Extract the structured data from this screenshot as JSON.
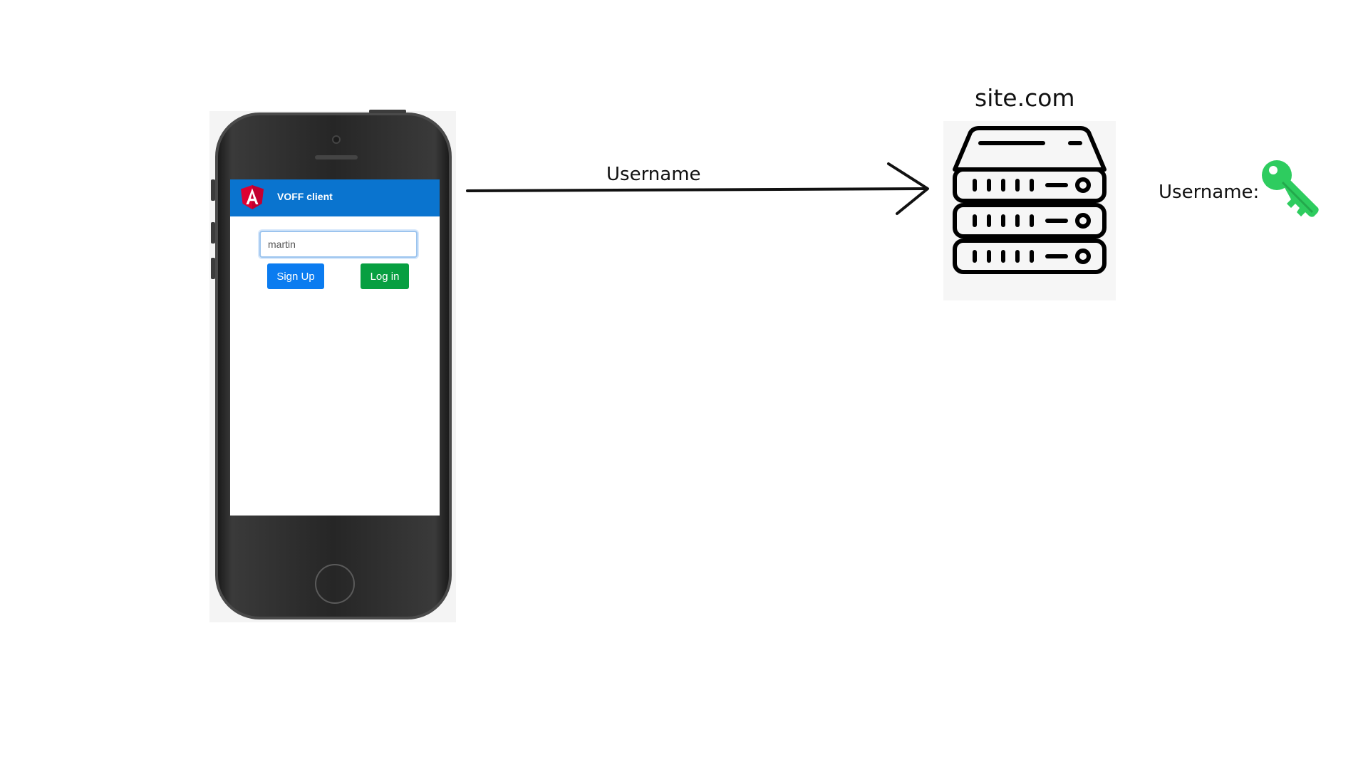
{
  "client": {
    "app_title": "VOFF client",
    "input_value": "martin",
    "signup_label": "Sign Up",
    "login_label": "Log in",
    "appbar_color": "#0a74cf",
    "signup_color": "#0b7cf0",
    "login_color": "#079f41",
    "logo_icon": "angular-logo-icon"
  },
  "connector": {
    "label": "Username"
  },
  "server": {
    "title": "site.com",
    "icon": "server-rack-icon"
  },
  "stored": {
    "label": "Username:",
    "icon": "key-icon",
    "key_color": "#2ecc5f"
  }
}
